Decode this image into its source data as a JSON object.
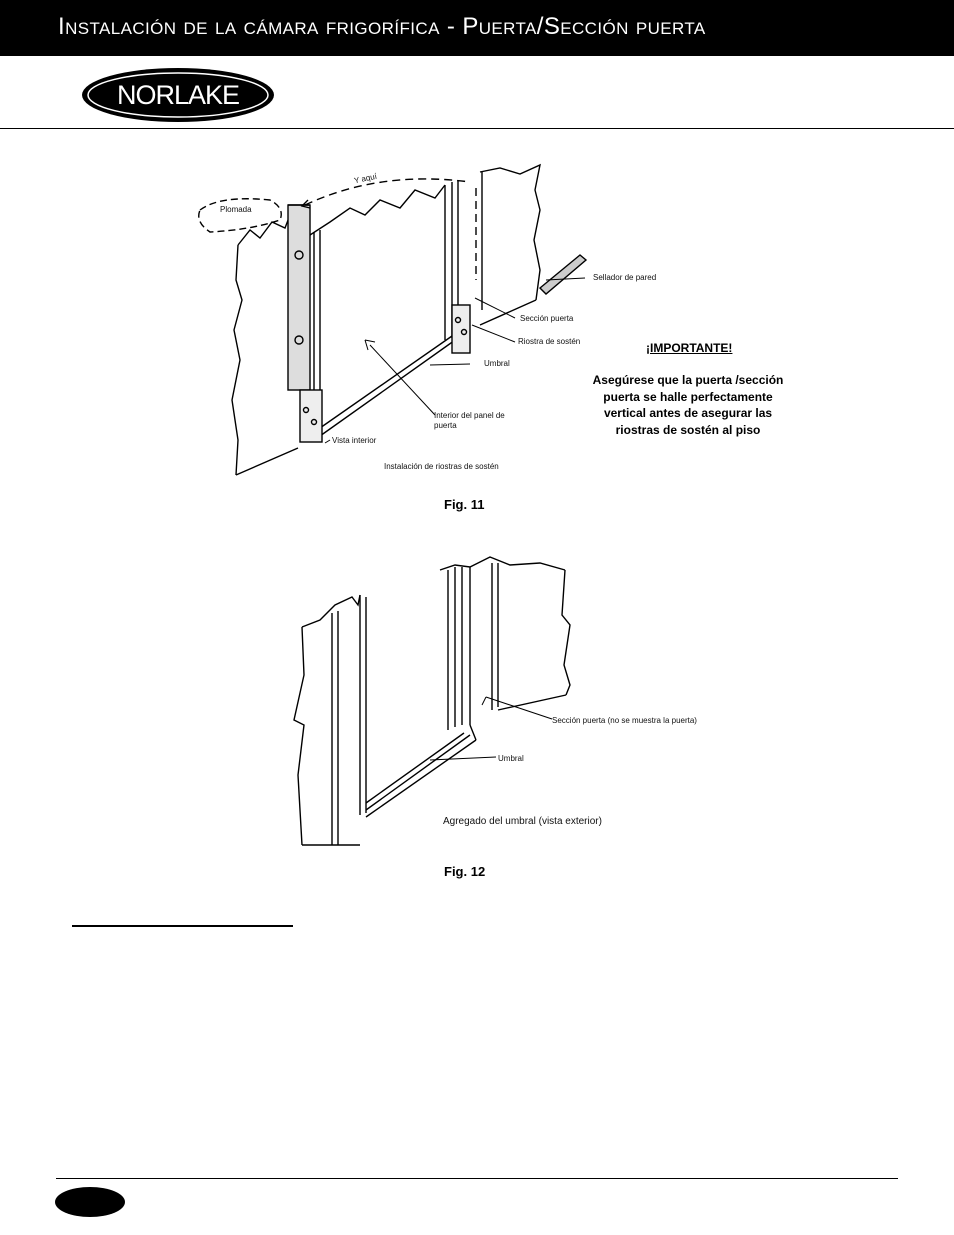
{
  "header": {
    "title": "Instalación de la cámara frigorífica - Puerta/Sección puerta",
    "logo_text": "NORLAKE"
  },
  "fig11": {
    "caption": "Fig. 11",
    "labels": {
      "y_aqui": "Y aquí",
      "plomada": "Plomada",
      "sellador": "Sellador de pared",
      "seccion_puerta": "Sección puerta",
      "riostra": "Riostra de sostén",
      "umbral": "Umbral",
      "interior_panel_1": "Interior del panel de",
      "interior_panel_2": "puerta",
      "vista_interior": "Vista interior",
      "instalacion": "Instalación de riostras de sostén"
    },
    "important": {
      "heading": "¡IMPORTANTE!",
      "text": "Asegúrese que la puerta /sección puerta se halle perfectamente vertical antes de asegurar las riostras de sostén al piso"
    }
  },
  "fig12": {
    "caption": "Fig. 12",
    "labels": {
      "seccion_puerta": "Sección puerta (no se muestra la puerta)",
      "umbral": "Umbral",
      "agregado": "Agregado del umbral (vista exterior)"
    }
  }
}
